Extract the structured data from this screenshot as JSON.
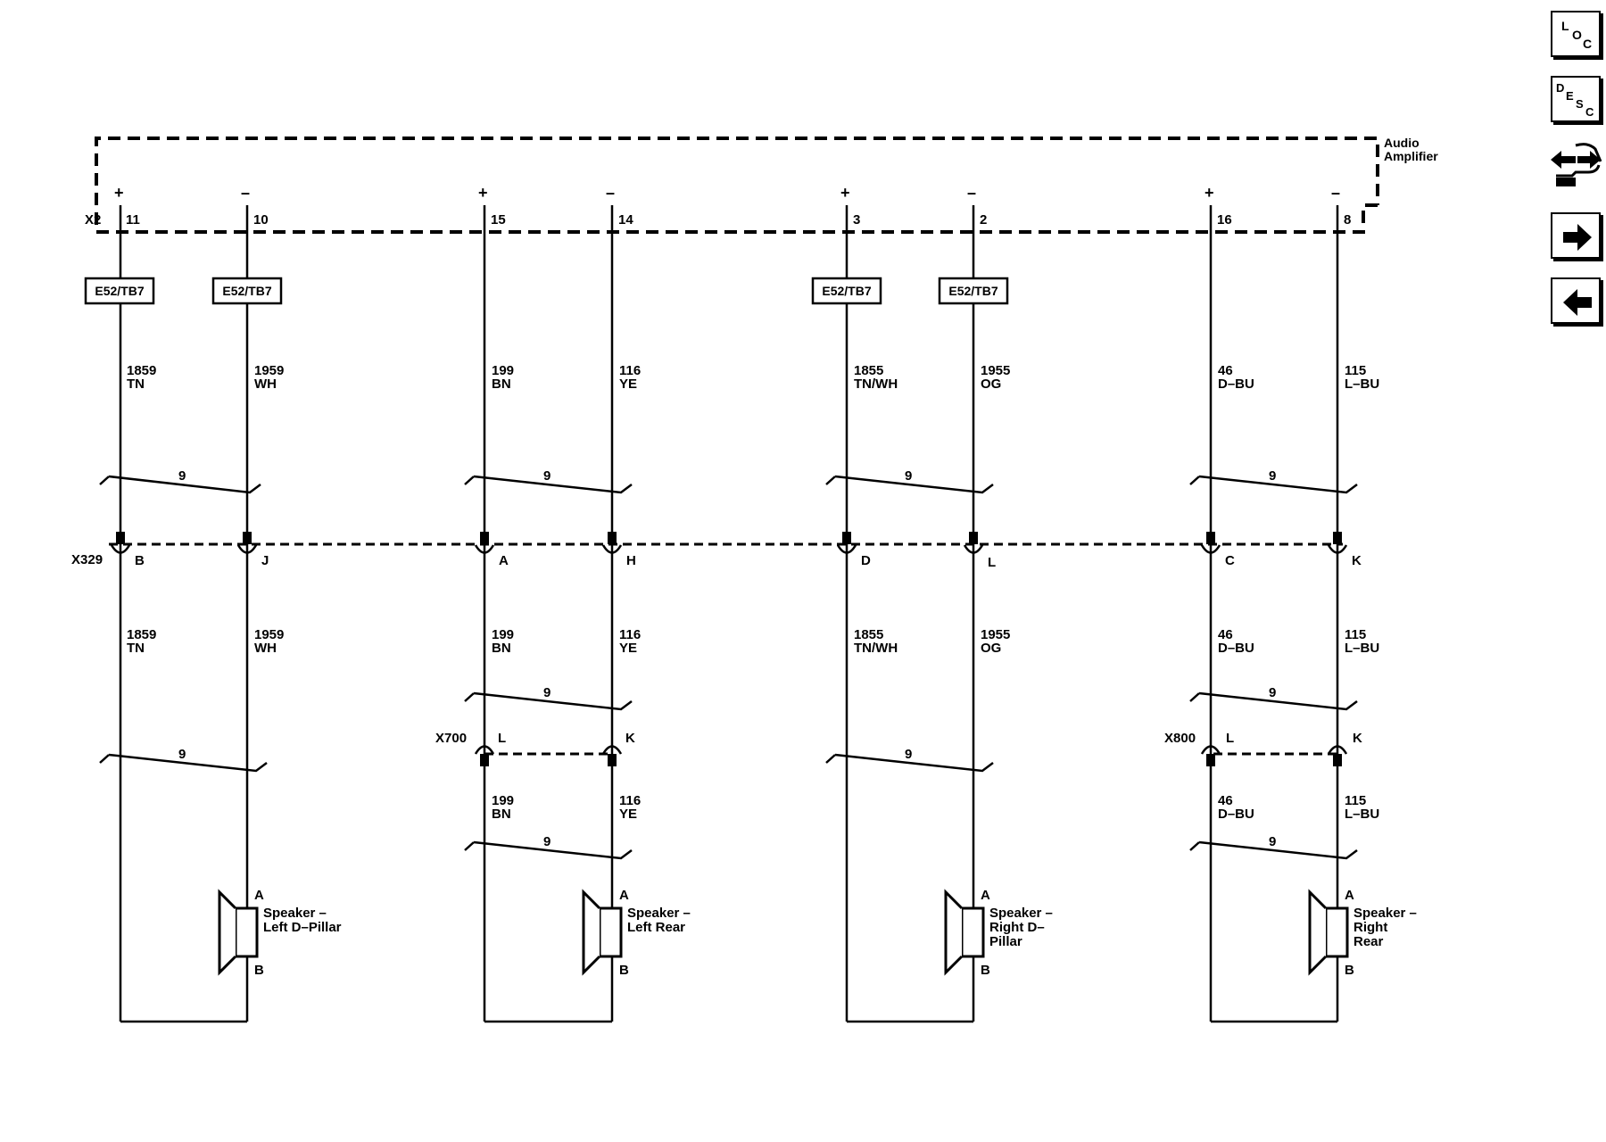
{
  "module": {
    "name_line1": "Audio",
    "name_line2": "Amplifier",
    "connector": "X2"
  },
  "circuits": [
    {
      "polarity": "+",
      "pin": "11",
      "splice": "E52/TB7",
      "circuit": "1859",
      "color": "TN",
      "inline_pin": "B"
    },
    {
      "polarity": "–",
      "pin": "10",
      "splice": "E52/TB7",
      "circuit": "1959",
      "color": "WH",
      "inline_pin": "J"
    },
    {
      "polarity": "+",
      "pin": "15",
      "splice": "",
      "circuit": "199",
      "color": "BN",
      "inline_pin": "A",
      "x700_pin": "L"
    },
    {
      "polarity": "–",
      "pin": "14",
      "splice": "",
      "circuit": "116",
      "color": "YE",
      "inline_pin": "H",
      "x700_pin": "K"
    },
    {
      "polarity": "+",
      "pin": "3",
      "splice": "E52/TB7",
      "circuit": "1855",
      "color": "TN/WH",
      "inline_pin": "D"
    },
    {
      "polarity": "–",
      "pin": "2",
      "splice": "E52/TB7",
      "circuit": "1955",
      "color": "OG",
      "inline_pin": "L"
    },
    {
      "polarity": "+",
      "pin": "16",
      "splice": "",
      "circuit": "46",
      "color": "D–BU",
      "inline_pin": "C",
      "x800_pin": "L"
    },
    {
      "polarity": "–",
      "pin": "8",
      "splice": "",
      "circuit": "115",
      "color": "L–BU",
      "inline_pin": "K",
      "x800_pin": "K"
    }
  ],
  "inline_connectors": {
    "x329": "X329",
    "x700": "X700",
    "x800": "X800"
  },
  "twisted_pair_label": "9",
  "speakers": [
    {
      "line1": "Speaker –",
      "line2": "Left D–Pillar",
      "line3": "",
      "pin_a": "A",
      "pin_b": "B"
    },
    {
      "line1": "Speaker –",
      "line2": "Left Rear",
      "line3": "",
      "pin_a": "A",
      "pin_b": "B"
    },
    {
      "line1": "Speaker –",
      "line2": "Right D–",
      "line3": "Pillar",
      "pin_a": "A",
      "pin_b": "B"
    },
    {
      "line1": "Speaker –",
      "line2": "Right",
      "line3": "Rear",
      "pin_a": "A",
      "pin_b": "B"
    }
  ],
  "nav": {
    "loc": {
      "l1": "L",
      "l2": "O",
      "l3": "C"
    },
    "desc": {
      "l1": "D",
      "l2": "E",
      "l3": "S",
      "l4": "C"
    }
  }
}
